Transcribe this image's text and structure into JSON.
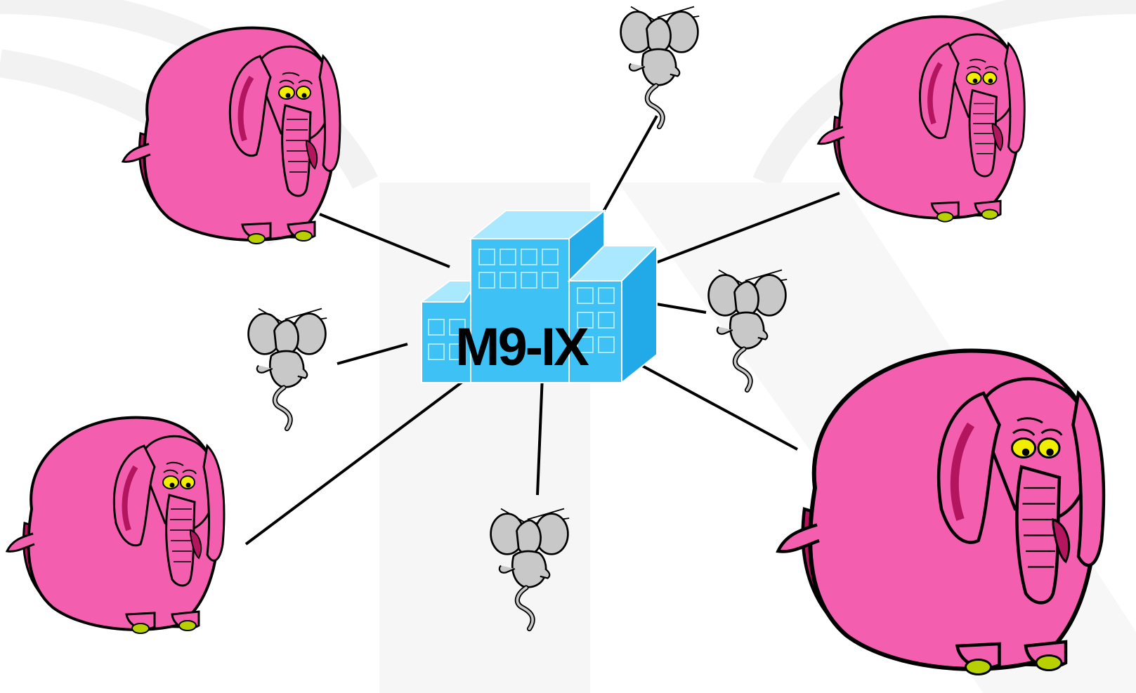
{
  "diagram": {
    "hub": {
      "label": "M9-IX",
      "icon": "building-icon",
      "color": "#5fd0ff"
    },
    "elephant_color": "#f35fae",
    "elephant_shadow_color": "#b3155e",
    "mouse_color": "#c8c8c8",
    "link_color": "#000000",
    "nodes": [
      {
        "id": "elephant-top-left",
        "kind": "elephant",
        "icon": "elephant-icon"
      },
      {
        "id": "mouse-top",
        "kind": "mouse",
        "icon": "mouse-icon"
      },
      {
        "id": "elephant-top-right",
        "kind": "elephant",
        "icon": "elephant-icon"
      },
      {
        "id": "mouse-left",
        "kind": "mouse",
        "icon": "mouse-icon"
      },
      {
        "id": "mouse-right",
        "kind": "mouse",
        "icon": "mouse-icon"
      },
      {
        "id": "elephant-bottom-left",
        "kind": "elephant",
        "icon": "elephant-icon"
      },
      {
        "id": "mouse-bottom",
        "kind": "mouse",
        "icon": "mouse-icon"
      },
      {
        "id": "elephant-bottom-right",
        "kind": "elephant",
        "icon": "elephant-icon"
      }
    ],
    "links": [
      {
        "from": "hub",
        "to": "elephant-top-left"
      },
      {
        "from": "hub",
        "to": "mouse-top"
      },
      {
        "from": "hub",
        "to": "elephant-top-right"
      },
      {
        "from": "hub",
        "to": "mouse-left"
      },
      {
        "from": "hub",
        "to": "mouse-right"
      },
      {
        "from": "hub",
        "to": "elephant-bottom-left"
      },
      {
        "from": "hub",
        "to": "mouse-bottom"
      },
      {
        "from": "hub",
        "to": "elephant-bottom-right"
      }
    ]
  }
}
